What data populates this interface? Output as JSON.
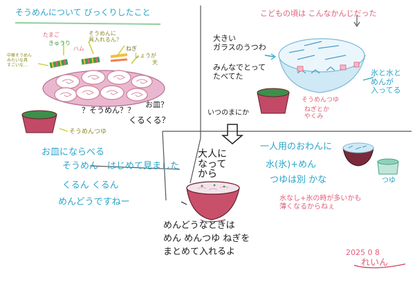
{
  "title": "そうめんについて びっくりしたこと",
  "left_panel": {
    "labels": {
      "tamago": "たまご",
      "kyuuri": "きゅうり",
      "ham": "ハム",
      "gu": "そうめんに\n具入れるん？",
      "negi": "ねぎ",
      "shouga": "しょうが",
      "ten": "天",
      "chuuka": "中華そうめん\nみたいな具\nすごいな…",
      "somen_q": "？そうめん？？",
      "osara_q": "お皿？",
      "kurukuru": "くるくる？",
      "tsuyu": "そうめんつゆ"
    },
    "note_lines": [
      "お皿にならべる",
      "そうめん　はじめて見ました",
      "くるん くるん",
      "めんどうですねー"
    ]
  },
  "right_top": {
    "heading": "こどもの頃は こんなかんじだった",
    "glass": "大きい\nガラスのうつわ",
    "shared": "みんなでとって\nたべてた",
    "ice": "氷と水と\nめんが\n入ってる",
    "tsuyu_label": "そうめんつゆ",
    "yakumi": "ねぎとか\nやくみ"
  },
  "middle": {
    "itsunomanika": "いつのまにか",
    "otona": "大人に\nなって\nから"
  },
  "right_bottom": {
    "one_person": "一人用のおわんに",
    "water": "水(氷)+めん",
    "tsuyu_separate": "つゆは別 かな",
    "tsuyu_small": "つゆ",
    "note": "水なし+氷の時が多いかも\n薄くなるからねぇ"
  },
  "bottom": {
    "lazy": "めんどうなときは\nめん めんつゆ ねぎを\nまとめて入れるよ",
    "date": "2025 0 8",
    "signature": "れいん"
  },
  "colors": {
    "teal": "#2aa5c9",
    "green": "#3f9e4a",
    "pink": "#e0607a",
    "bowl_pink": "#c9506a",
    "plate_pink": "#e8a6c6",
    "glass_blue": "#c9e6f4"
  }
}
